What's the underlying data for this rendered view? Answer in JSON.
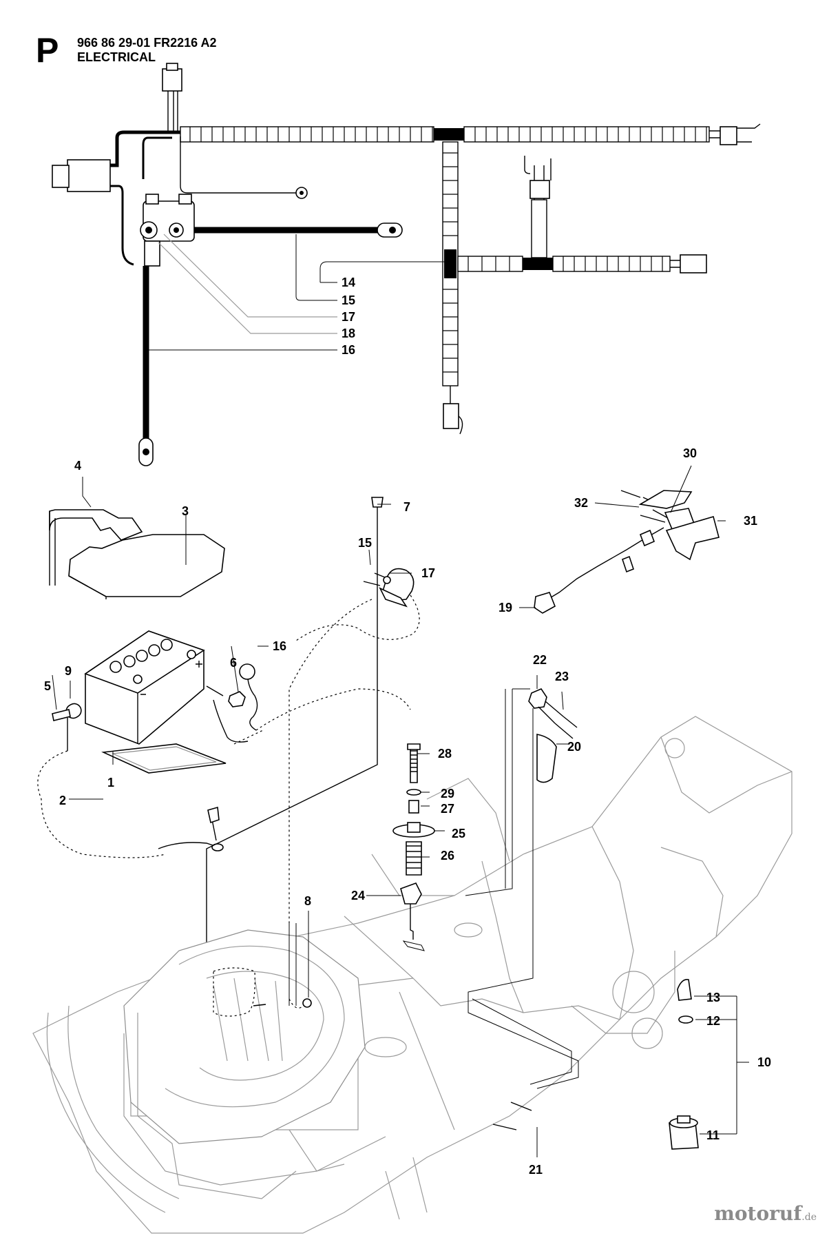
{
  "header": {
    "section_letter": "P",
    "part_number": "966 86 29-01 FR2216 A2",
    "section_title": "ELECTRICAL"
  },
  "callouts": {
    "c1": "1",
    "c2": "2",
    "c3": "3",
    "c4": "4",
    "c5": "5",
    "c6": "6",
    "c7": "7",
    "c8": "8",
    "c9": "9",
    "c10": "10",
    "c11": "11",
    "c12": "12",
    "c13": "13",
    "c14": "14",
    "c15": "15",
    "c15b": "15",
    "c16": "16",
    "c16b": "16",
    "c17": "17",
    "c17b": "17",
    "c18": "18",
    "c19": "19",
    "c20": "20",
    "c21": "21",
    "c22": "22",
    "c23": "23",
    "c24": "24",
    "c25": "25",
    "c26": "26",
    "c27": "27",
    "c28": "28",
    "c29": "29",
    "c30": "30",
    "c31": "31",
    "c32": "32"
  },
  "watermark": {
    "brand": "motoruf",
    "suffix": ".de"
  }
}
